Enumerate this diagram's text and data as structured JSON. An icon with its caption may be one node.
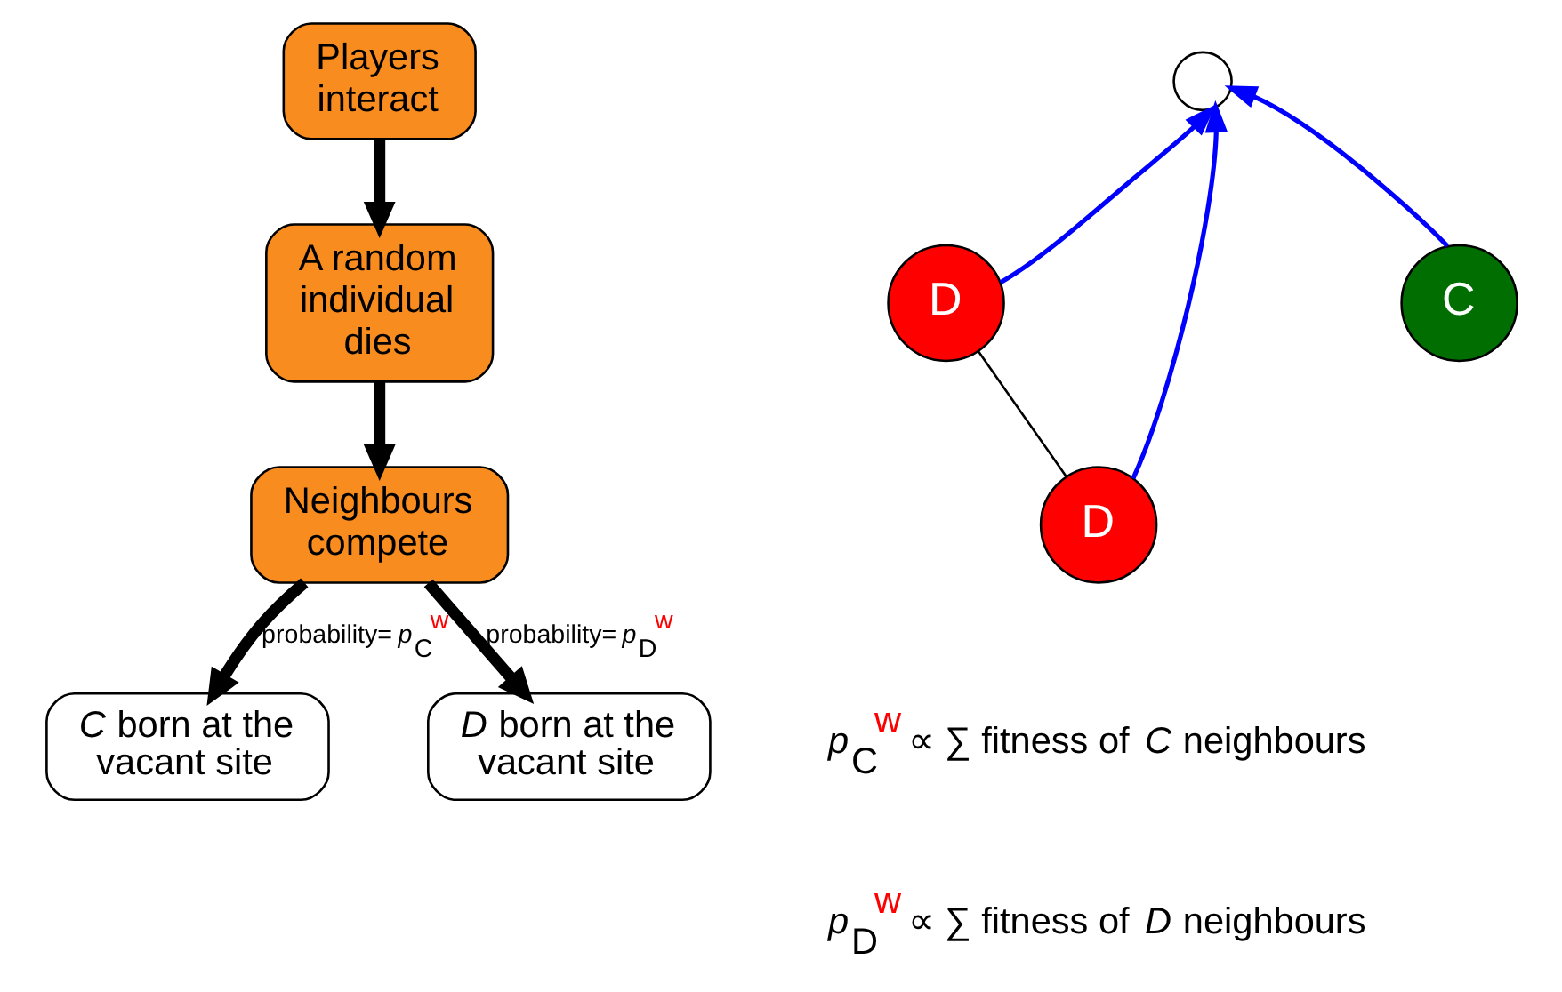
{
  "diagram": {
    "nodes": [
      {
        "text": [
          "Players interact"
        ]
      },
      {
        "text": [
          "A random individual dies"
        ]
      },
      {
        "text": [
          "Neighbours compete"
        ]
      },
      {
        "text": [
          "*C* born at the vacant site"
        ]
      },
      {
        "text": [
          "*D* born at the vacant site"
        ]
      },
      {
        "text": [],
        "shape": "circle"
      },
      {
        "text": [
          "D"
        ]
      },
      {
        "text": [
          "D"
        ]
      },
      {
        "text": [
          "C"
        ]
      }
    ],
    "edges": [
      {
        "from": 0,
        "to": 1,
        "arrow": "to",
        "style": "thick"
      },
      {
        "from": 1,
        "to": 2,
        "arrow": "to",
        "style": "thick"
      },
      {
        "from": 2,
        "to": 3,
        "arrow": "to",
        "style": "thick",
        "label": "probability= *p*$_{C}$$^{w}$"
      },
      {
        "from": 2,
        "to": 4,
        "arrow": "to",
        "style": "thick",
        "label": "probability= *p*$_{D}$$^{w}$"
      },
      {
        "from": 6,
        "to": 5,
        "arrow": "to",
        "color": "#0000ff"
      },
      {
        "from": 7,
        "to": 5,
        "arrow": "to",
        "color": "#0000ff"
      },
      {
        "from": 8,
        "to": 5,
        "arrow": "to",
        "color": "#0000ff"
      },
      {
        "from": 6,
        "to": 7,
        "arrow": "none"
      }
    ],
    "labels": [
      "*p*$_{C}$$^{w}$ ∝ ∑ fitness of *C* neighbours",
      "*p*$_{D}$$^{w}$ ∝ ∑ fitness of *D* neighbours"
    ]
  }
}
